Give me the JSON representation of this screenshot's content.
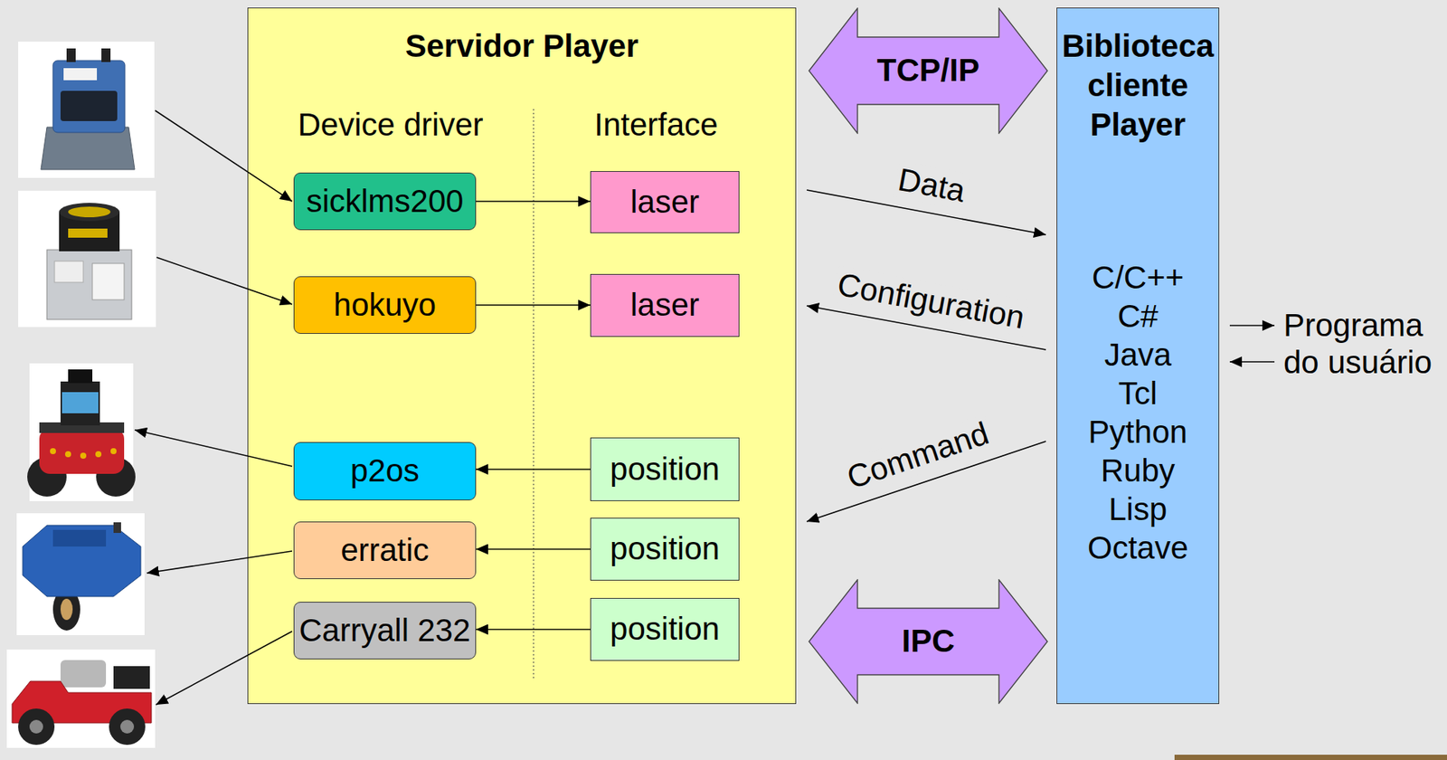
{
  "diagram": {
    "nodes": [
      {
        "text": [
          "Servidor Player"
        ]
      },
      {
        "text": [
          "sicklms200"
        ],
        "in": 0
      },
      {
        "text": [
          "laser"
        ],
        "in": 0
      },
      {
        "text": [
          "hokuyo"
        ],
        "in": 0
      },
      {
        "text": [
          "laser"
        ],
        "in": 0
      },
      {
        "text": [
          "p2os"
        ],
        "in": 0
      },
      {
        "text": [
          "position"
        ],
        "in": 0
      },
      {
        "text": [
          "erratic"
        ],
        "in": 0
      },
      {
        "text": [
          "position"
        ],
        "in": 0
      },
      {
        "text": [
          "Carryall 232"
        ],
        "in": 0
      },
      {
        "text": [
          "position"
        ],
        "in": 0
      },
      {
        "text": [
          "Biblioteca cliente Player",
          "C/C++",
          "C#",
          "Java",
          "Tcl",
          "Python",
          "Ruby",
          "Lisp",
          "Octave"
        ]
      },
      {
        "text": [
          "TCP/IP"
        ]
      },
      {
        "text": [
          "IPC"
        ]
      }
    ],
    "edges": [
      {
        "from": 1,
        "to": 2,
        "arrow": "to"
      },
      {
        "from": 3,
        "to": 4,
        "arrow": "to"
      },
      {
        "from": 6,
        "to": 5,
        "arrow": "to"
      },
      {
        "from": 8,
        "to": 7,
        "arrow": "to"
      },
      {
        "from": 10,
        "to": 9,
        "arrow": "to"
      },
      {
        "from": 0,
        "to": 11,
        "label": "Data",
        "arrow": "to"
      },
      {
        "from": 11,
        "to": 0,
        "label": "Configuration",
        "arrow": "to"
      },
      {
        "from": 11,
        "to": 0,
        "label": "Command",
        "arrow": "to"
      }
    ],
    "labels": [
      "Device driver",
      "Interface",
      "Programa do usuário"
    ]
  }
}
